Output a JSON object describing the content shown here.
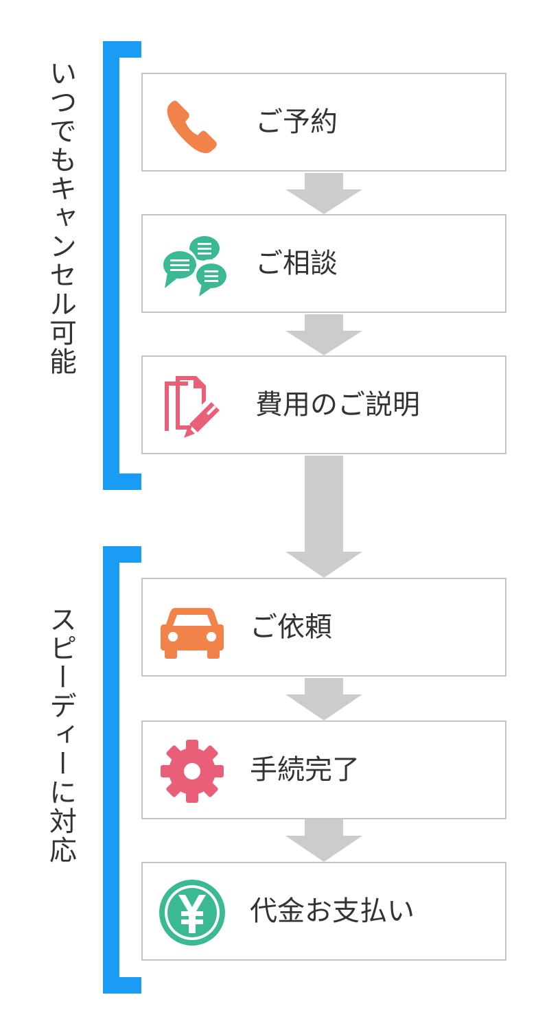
{
  "colors": {
    "bracket": "#1a9cf5",
    "arrow": "#cccccc",
    "box_border": "#c4c4c4",
    "text": "#333333",
    "orange": "#f0824a",
    "teal": "#3bb894",
    "pink": "#ea5f78"
  },
  "groups": [
    {
      "label": "いつでもキャンセル可能"
    },
    {
      "label": "スピーディーに対応"
    }
  ],
  "steps": [
    {
      "label": "ご予約",
      "icon": "phone-icon"
    },
    {
      "label": "ご相談",
      "icon": "chat-bubbles-icon"
    },
    {
      "label": "費用のご説明",
      "icon": "document-edit-icon"
    },
    {
      "label": "ご依頼",
      "icon": "car-icon"
    },
    {
      "label": "手続完了",
      "icon": "gear-icon"
    },
    {
      "label": "代金お支払い",
      "icon": "yen-icon"
    }
  ]
}
